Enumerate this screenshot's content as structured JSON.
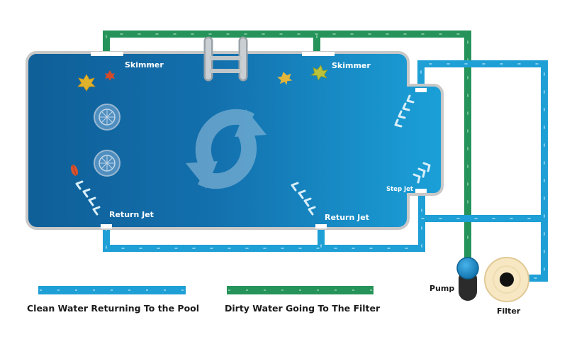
{
  "labels": {
    "skimmer_left": "Skimmer",
    "skimmer_right": "Skimmer",
    "return_jet_left": "Return Jet",
    "return_jet_right": "Return Jet",
    "step_jet": "Step Jet",
    "pump": "Pump",
    "filter": "Filter"
  },
  "legend": {
    "clean": "Clean Water Returning To the Pool",
    "dirty": "Dirty Water Going To The Filter"
  },
  "colors": {
    "clean_pipe": "#1e9fd6",
    "dirty_pipe": "#25935a",
    "pool_dark": "#0f5f98",
    "pool_light": "#1a9ad3",
    "pool_border": "#c8c8c8",
    "pump": "#1a86c4",
    "filter_body": "#f7e7c3"
  },
  "icons": [
    "recycle-arrows-icon",
    "leaf-icon",
    "pool-ladder-icon",
    "drain-icon",
    "flow-chevron-icon"
  ]
}
